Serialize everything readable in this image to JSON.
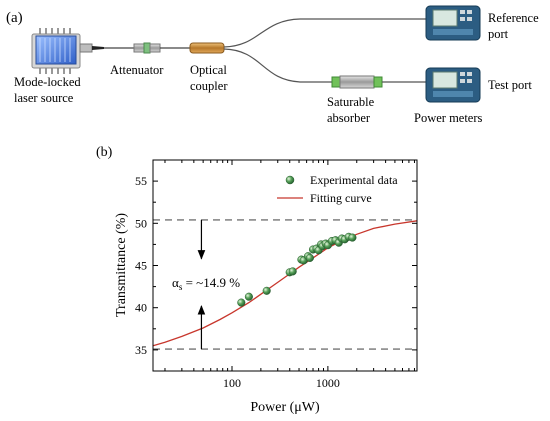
{
  "panel_a": {
    "tag": "(a)",
    "laser_label_line1": "Mode-locked",
    "laser_label_line2": "laser source",
    "attenuator_label": "Attenuator",
    "coupler_label_line1": "Optical",
    "coupler_label_line2": "coupler",
    "absorber_label_line1": "Saturable",
    "absorber_label_line2": "absorber",
    "reference_label_line1": "Reference",
    "reference_label_line2": "port",
    "test_label": "Test port",
    "meters_label": "Power meters"
  },
  "chart_data": {
    "type": "scatter",
    "panel_tag": "(b)",
    "xlabel": "Power (μW)",
    "ylabel": "Transmittance (%)",
    "x_scale": "log",
    "xlim": [
      15,
      8500
    ],
    "ylim": [
      32.5,
      57.5
    ],
    "x_ticks": [
      100,
      1000
    ],
    "x_tick_labels": [
      "100",
      "1000"
    ],
    "y_ticks": [
      35,
      40,
      45,
      50,
      55
    ],
    "y_tick_labels": [
      "35",
      "40",
      "45",
      "50",
      "55"
    ],
    "grid": false,
    "legend_position": "top-right",
    "series": [
      {
        "name": "Experimental data",
        "kind": "markers",
        "color": "#3e8a45",
        "points": [
          {
            "x": 125,
            "y": 40.6
          },
          {
            "x": 150,
            "y": 41.3
          },
          {
            "x": 230,
            "y": 42.0
          },
          {
            "x": 400,
            "y": 44.2
          },
          {
            "x": 430,
            "y": 44.3
          },
          {
            "x": 530,
            "y": 45.7
          },
          {
            "x": 560,
            "y": 45.6
          },
          {
            "x": 620,
            "y": 46.1
          },
          {
            "x": 650,
            "y": 45.9
          },
          {
            "x": 700,
            "y": 46.9
          },
          {
            "x": 760,
            "y": 47.0
          },
          {
            "x": 800,
            "y": 46.8
          },
          {
            "x": 850,
            "y": 47.5
          },
          {
            "x": 880,
            "y": 47.3
          },
          {
            "x": 950,
            "y": 47.6
          },
          {
            "x": 1000,
            "y": 47.4
          },
          {
            "x": 1100,
            "y": 47.9
          },
          {
            "x": 1200,
            "y": 48.0
          },
          {
            "x": 1300,
            "y": 47.7
          },
          {
            "x": 1400,
            "y": 48.2
          },
          {
            "x": 1500,
            "y": 48.1
          },
          {
            "x": 1650,
            "y": 48.4
          },
          {
            "x": 1800,
            "y": 48.3
          }
        ]
      },
      {
        "name": "Fitting curve",
        "kind": "line",
        "color": "#c8372d",
        "points": [
          {
            "x": 15,
            "y": 35.5
          },
          {
            "x": 20,
            "y": 35.9
          },
          {
            "x": 30,
            "y": 36.6
          },
          {
            "x": 50,
            "y": 37.6
          },
          {
            "x": 75,
            "y": 38.6
          },
          {
            "x": 100,
            "y": 39.4
          },
          {
            "x": 150,
            "y": 40.6
          },
          {
            "x": 200,
            "y": 41.6
          },
          {
            "x": 300,
            "y": 43.0
          },
          {
            "x": 400,
            "y": 44.0
          },
          {
            "x": 500,
            "y": 44.8
          },
          {
            "x": 700,
            "y": 45.9
          },
          {
            "x": 1000,
            "y": 47.1
          },
          {
            "x": 1500,
            "y": 48.1
          },
          {
            "x": 2000,
            "y": 48.7
          },
          {
            "x": 3000,
            "y": 49.4
          },
          {
            "x": 5000,
            "y": 49.9
          },
          {
            "x": 8500,
            "y": 50.3
          }
        ]
      }
    ],
    "reference_lines": [
      {
        "y": 50.4,
        "style": "dashed",
        "color": "#555555"
      },
      {
        "y": 35.1,
        "style": "dashed",
        "color": "#555555"
      }
    ],
    "annotation": {
      "text_main": "α",
      "text_sub": "s",
      "text_rest": " = ~14.9 %",
      "arrow_x": 48,
      "arrow_top_from": 50.4,
      "arrow_top_to": 45.8,
      "arrow_bottom_from": 35.1,
      "arrow_bottom_to": 40.2
    }
  }
}
